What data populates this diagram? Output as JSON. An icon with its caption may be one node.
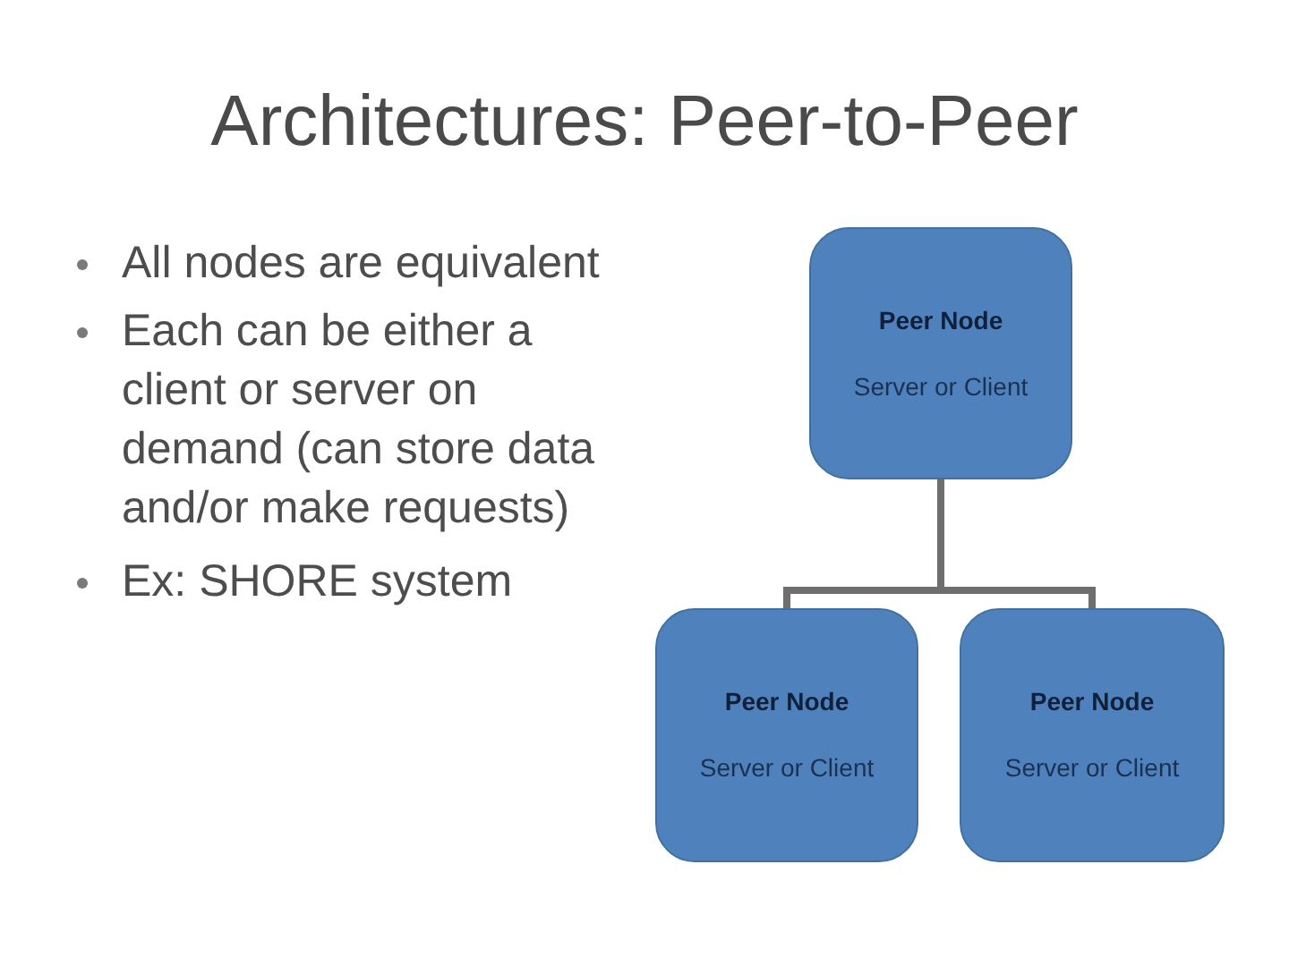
{
  "diagram": {
    "title": "Architectures: Peer-to-Peer",
    "nodes": [
      {
        "text": [
          "Peer Node",
          "Server or Client"
        ]
      },
      {
        "text": [
          "Peer Node",
          "Server or Client"
        ]
      },
      {
        "text": [
          "Peer Node",
          "Server or Client"
        ]
      }
    ],
    "edges": [
      {
        "from": 0,
        "to": 1,
        "arrow": "none"
      },
      {
        "from": 0,
        "to": 2,
        "arrow": "none"
      }
    ],
    "labels": [
      "All nodes are equivalent",
      "Each can be either a client or server on demand (can store data and/or make requests)",
      "Ex: SHORE system"
    ]
  }
}
